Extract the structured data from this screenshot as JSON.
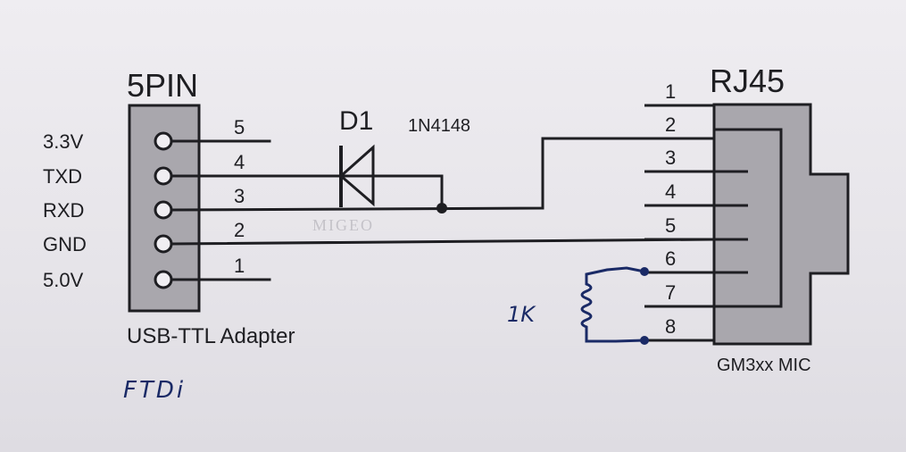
{
  "header": {
    "connector_left": "5PIN",
    "connector_right": "RJ45"
  },
  "left_connector": {
    "pins": [
      {
        "signal": "3.3V",
        "number": "5"
      },
      {
        "signal": "TXD",
        "number": "4"
      },
      {
        "signal": "RXD",
        "number": "3"
      },
      {
        "signal": "GND",
        "number": "2"
      },
      {
        "signal": "5.0V",
        "number": "1"
      }
    ],
    "caption": "USB-TTL Adapter"
  },
  "diode": {
    "ref": "D1",
    "part": "1N4148"
  },
  "right_connector": {
    "pins": [
      "1",
      "2",
      "3",
      "4",
      "5",
      "6",
      "7",
      "8"
    ],
    "caption": "GM3xx MIC"
  },
  "resistor": {
    "value": "1K"
  },
  "handwritten_note": "FTDi",
  "watermark": "MIGEO",
  "colors": {
    "ink": "#1e1e22",
    "body_fill": "#a9a7ad",
    "pen": "#1a2a66"
  }
}
